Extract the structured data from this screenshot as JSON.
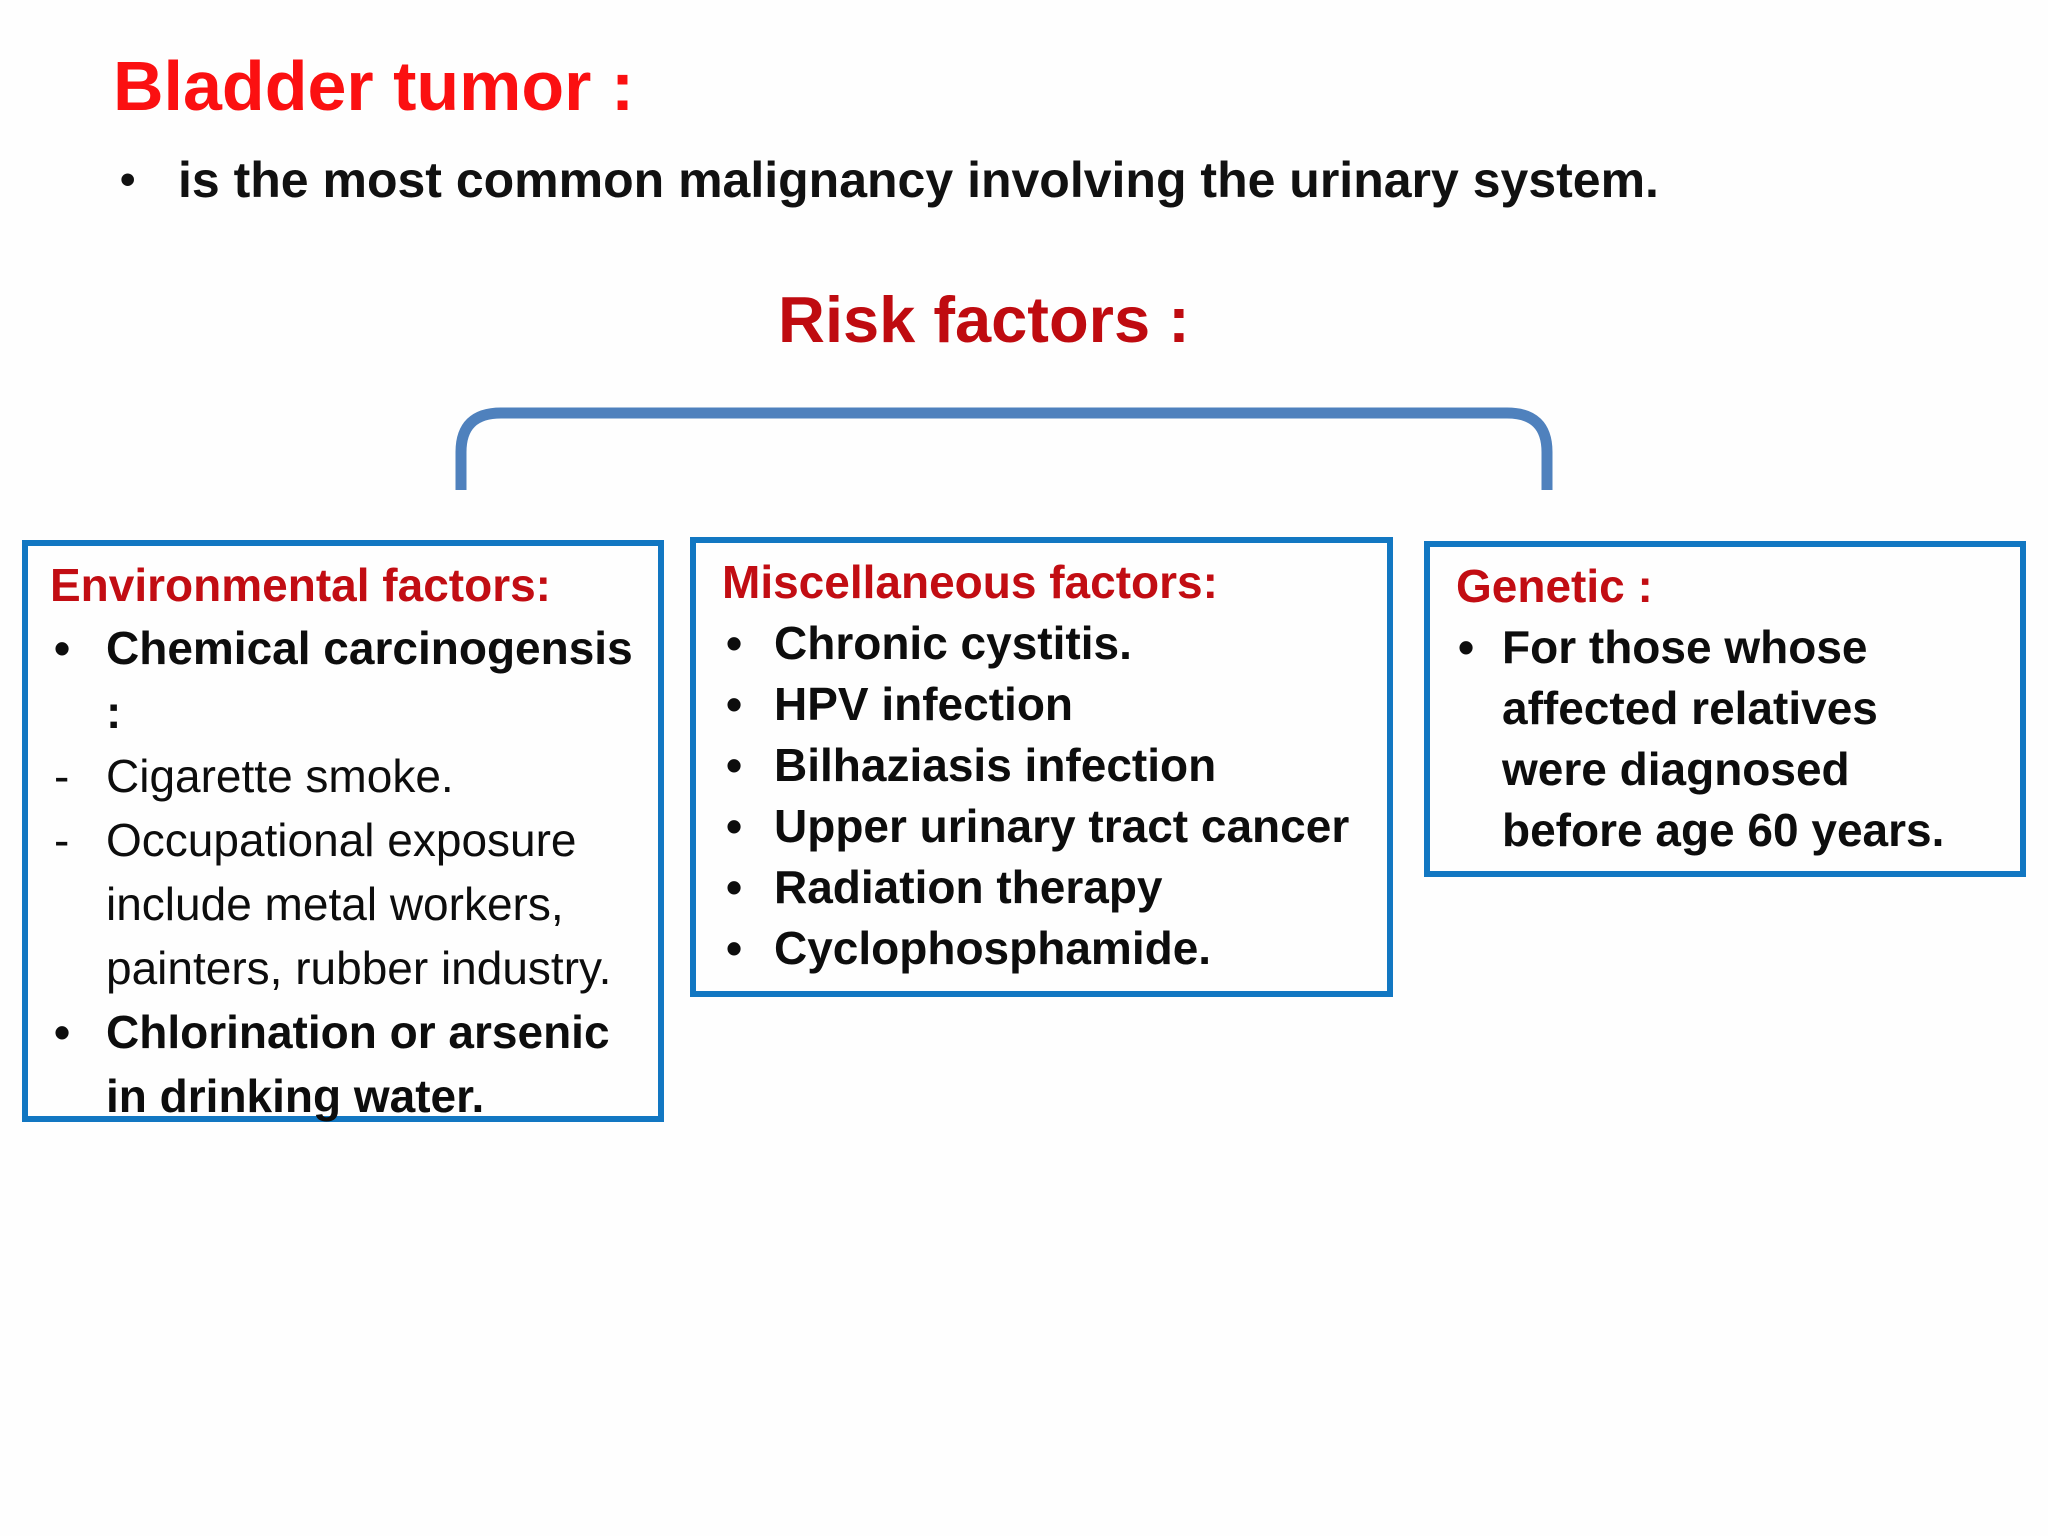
{
  "slide": {
    "title": "Bladder tumor :",
    "intro": {
      "marker": "•",
      "text": "is the most common malignancy involving the urinary system."
    },
    "risk_heading": "Risk factors :",
    "colors": {
      "title_red": "#fb1011",
      "heading_red": "#bf0b10",
      "box_header_red": "#c20d13",
      "box_border_blue": "#1277c2",
      "bracket_blue": "#4f81bd",
      "body_text_black": "#0d0d0d",
      "background": "#fefefe"
    },
    "boxes": [
      {
        "header": "Environmental factors:",
        "items": [
          {
            "marker": "•",
            "text": "Chemical carcinogensis :"
          },
          {
            "marker": "-",
            "text": "Cigarette smoke."
          },
          {
            "marker": "-",
            "text": "Occupational exposure include metal workers, painters, rubber industry."
          },
          {
            "marker": "•",
            "text": "Chlorination or arsenic in drinking water."
          }
        ]
      },
      {
        "header": "Miscellaneous factors:",
        "items": [
          {
            "marker": "•",
            "text": "Chronic cystitis."
          },
          {
            "marker": "•",
            "text": "HPV infection"
          },
          {
            "marker": "•",
            "text": "Bilhaziasis infection"
          },
          {
            "marker": "•",
            "text": "Upper urinary tract cancer"
          },
          {
            "marker": "•",
            "text": "Radiation therapy"
          },
          {
            "marker": "•",
            "text": "Cyclophosphamide."
          }
        ]
      },
      {
        "header": "Genetic :",
        "items": [
          {
            "marker": "•",
            "text": "For those whose affected relatives were diagnosed before age 60 years."
          }
        ]
      }
    ]
  }
}
